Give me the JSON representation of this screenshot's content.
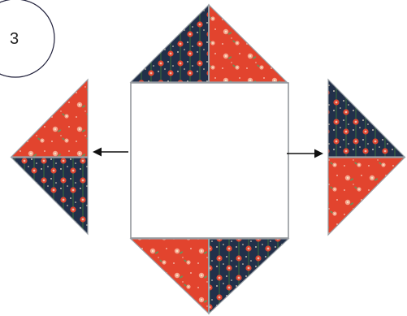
{
  "step": {
    "number": "3"
  },
  "fabrics": {
    "navy_floral": {
      "base": "#22304a",
      "flower": "#e0452f",
      "flower_center": "#f1b9a8",
      "stem": "#3a6f3a",
      "dot": "#f3e6c8"
    },
    "red_floral": {
      "base": "#e2442e",
      "flower": "#f6a58f",
      "flower_center": "#f7e6c2",
      "leaf": "#6d8f5a",
      "dot": "#f7cdbd"
    }
  },
  "colors": {
    "seam": "#9aa0a6",
    "square_border": "#8e9297",
    "arrow": "#111111",
    "circle_stroke": "#1f1f3a",
    "background": "#ffffff"
  },
  "pieces": [
    {
      "name": "top-left-triangle",
      "fabric": "navy_floral"
    },
    {
      "name": "top-right-triangle",
      "fabric": "red_floral"
    },
    {
      "name": "left-upper-triangle",
      "fabric": "red_floral"
    },
    {
      "name": "left-lower-triangle",
      "fabric": "navy_floral"
    },
    {
      "name": "right-upper-triangle",
      "fabric": "navy_floral"
    },
    {
      "name": "right-lower-triangle",
      "fabric": "red_floral"
    },
    {
      "name": "bottom-left-triangle",
      "fabric": "red_floral"
    },
    {
      "name": "bottom-right-triangle",
      "fabric": "navy_floral"
    }
  ],
  "arrows": [
    {
      "name": "arrow-left",
      "direction": "left"
    },
    {
      "name": "arrow-right",
      "direction": "right"
    }
  ]
}
